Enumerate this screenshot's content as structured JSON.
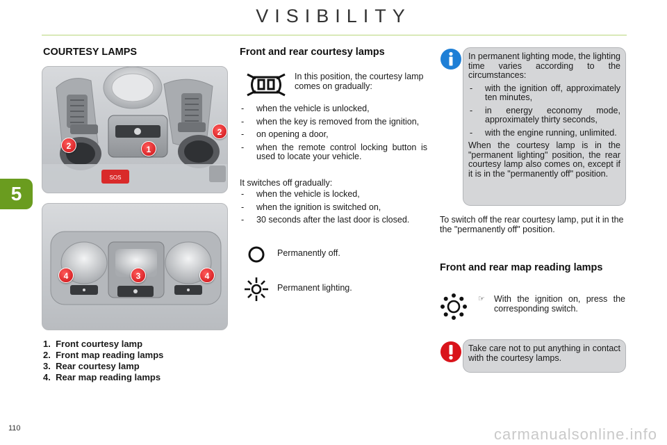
{
  "header": {
    "title": "VISIBILITY"
  },
  "chapter": {
    "number": "5"
  },
  "page": {
    "number": "110"
  },
  "left": {
    "heading": "COURTESY LAMPS",
    "photo_top": {
      "badges": [
        "2",
        "1",
        "2"
      ],
      "warning_label": "SOS"
    },
    "photo_bottom": {
      "badges": [
        "4",
        "3",
        "4"
      ]
    },
    "legend": [
      {
        "num": "1.",
        "label": "Front courtesy lamp"
      },
      {
        "num": "2.",
        "label": "Front map reading lamps"
      },
      {
        "num": "3.",
        "label": "Rear courtesy lamp"
      },
      {
        "num": "4.",
        "label": "Rear map reading lamps"
      }
    ]
  },
  "middle": {
    "heading": "Front and rear courtesy lamps",
    "door_icon": "car-doors-icon",
    "door_text": "In this position, the courtesy lamp comes on gradually:",
    "on_list": [
      "when the vehicle is unlocked,",
      "when the key is removed from the ignition,",
      "on opening a door,",
      "when the remote control locking button is used to locate your vehicle."
    ],
    "off_intro": "It switches off gradually:",
    "off_list": [
      "when the vehicle is locked,",
      "when the ignition is switched on,",
      "30 seconds after the last door is closed."
    ],
    "perm_off_icon": "circle-icon",
    "perm_off_text": "Permanently off.",
    "perm_on_icon": "sun-rays-icon",
    "perm_on_text": "Permanent lighting."
  },
  "right": {
    "info_icon": "info-icon",
    "info_intro": "In permanent lighting mode, the lighting time varies according to the circumstances:",
    "info_list": [
      "with the ignition off, approximately ten minutes,",
      "in energy economy mode, approximately thirty seconds,",
      "with the engine running, unlimited."
    ],
    "info_outro": "When the courtesy lamp is in the \"permanent lighting\" position, the rear courtesy lamp also comes on, except if it is in the \"permanently off\" position.",
    "switch_off_text": "To switch off the rear courtesy lamp, put it in the the \"permanently off\" position.",
    "map_heading": "Front and rear map reading lamps",
    "map_icon": "map-lamp-icon",
    "map_text": "With the ignition on, press the corresponding switch.",
    "warning_icon": "warning-icon",
    "warning_text": "Take care not to put anything in contact with the courtesy lamps."
  },
  "colors": {
    "accent": "#6a9c1f",
    "info": "#1e7fd6",
    "warning": "#d9141b"
  },
  "watermark": "carmanualsonline.info"
}
